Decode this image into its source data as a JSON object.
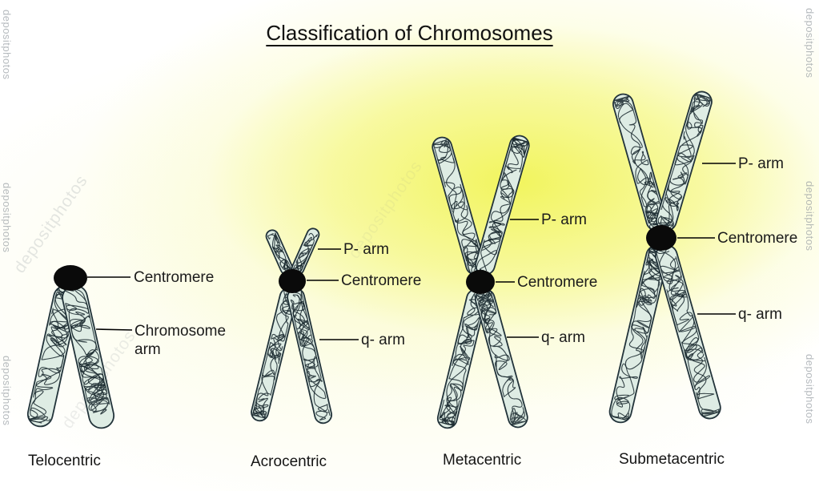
{
  "title": "Classification of Chromosomes",
  "watermark": "depositphotos",
  "chromosomes": [
    {
      "name": "Telocentric",
      "annotations": {
        "centromere": "Centromere",
        "arm": "Chromosome arm"
      }
    },
    {
      "name": "Acrocentric",
      "annotations": {
        "p_arm": "P- arm",
        "centromere": "Centromere",
        "q_arm": "q- arm"
      }
    },
    {
      "name": "Metacentric",
      "annotations": {
        "p_arm": "P- arm",
        "centromere": "Centromere",
        "q_arm": "q- arm"
      }
    },
    {
      "name": "Submetacentric",
      "annotations": {
        "p_arm": "P- arm",
        "centromere": "Centromere",
        "q_arm": "q- arm"
      }
    }
  ]
}
